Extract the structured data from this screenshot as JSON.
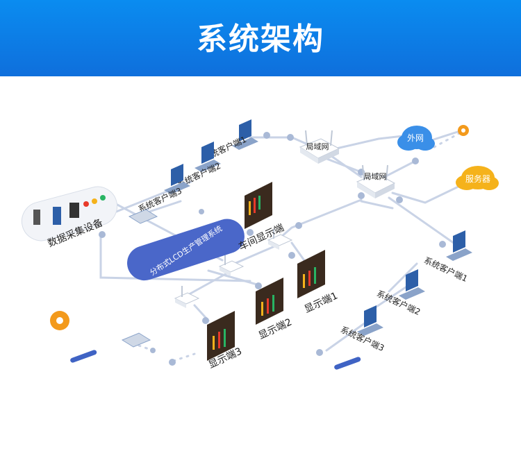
{
  "header": {
    "title": "系统架构"
  },
  "labels": {
    "lan_top": "局域网",
    "lan_mid": "局域网",
    "wan": "外网",
    "server": "服务器",
    "data_collection": "数据采集设备",
    "system": "分布式LCD生产管理系统",
    "workshop_display": "车间显示端",
    "display1": "显示端1",
    "display2": "显示端2",
    "display3": "显示端3",
    "client_tl1": "系统客户端1",
    "client_tl2": "系统客户端2",
    "client_tl3": "系统客户端3",
    "client_r1": "系统客户端1",
    "client_r2": "系统客户端2",
    "client_r3": "系统客户端3"
  },
  "colors": {
    "header": "#0f7fe8",
    "line": "#c9d3e6",
    "node": "#a9b9d6",
    "system_pill": "#4a67c9",
    "cloud": "#3a8fe8",
    "server_cloud": "#f5b21b",
    "gear": "#f39a1c"
  }
}
